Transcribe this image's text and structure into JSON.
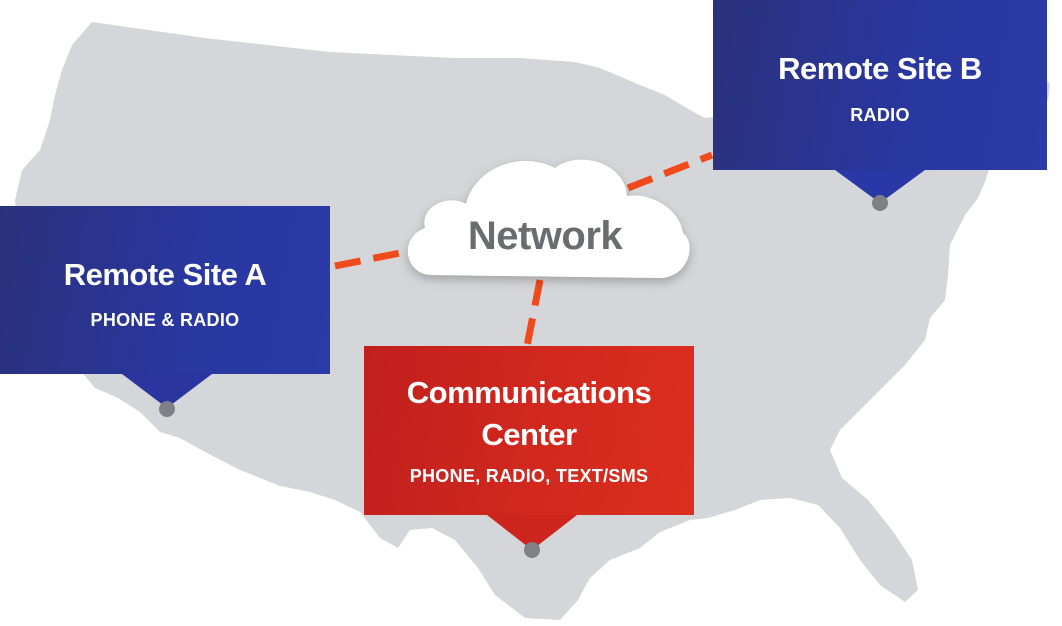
{
  "network": {
    "label": "Network"
  },
  "sites": {
    "remote_a": {
      "title": "Remote Site A",
      "subtitle": "PHONE & RADIO"
    },
    "remote_b": {
      "title": "Remote Site B",
      "subtitle": "RADIO"
    },
    "comm_center": {
      "title_line1": "Communications",
      "title_line2": "Center",
      "subtitle": "PHONE, RADIO, TEXT/SMS"
    }
  },
  "colors": {
    "map_fill": "#d5d6d9",
    "remote_box": "#2a35a0",
    "comm_box": "#d2281e",
    "link_dash": "#f04a1c",
    "pin": "#808187",
    "network_text": "#6b6c70"
  }
}
